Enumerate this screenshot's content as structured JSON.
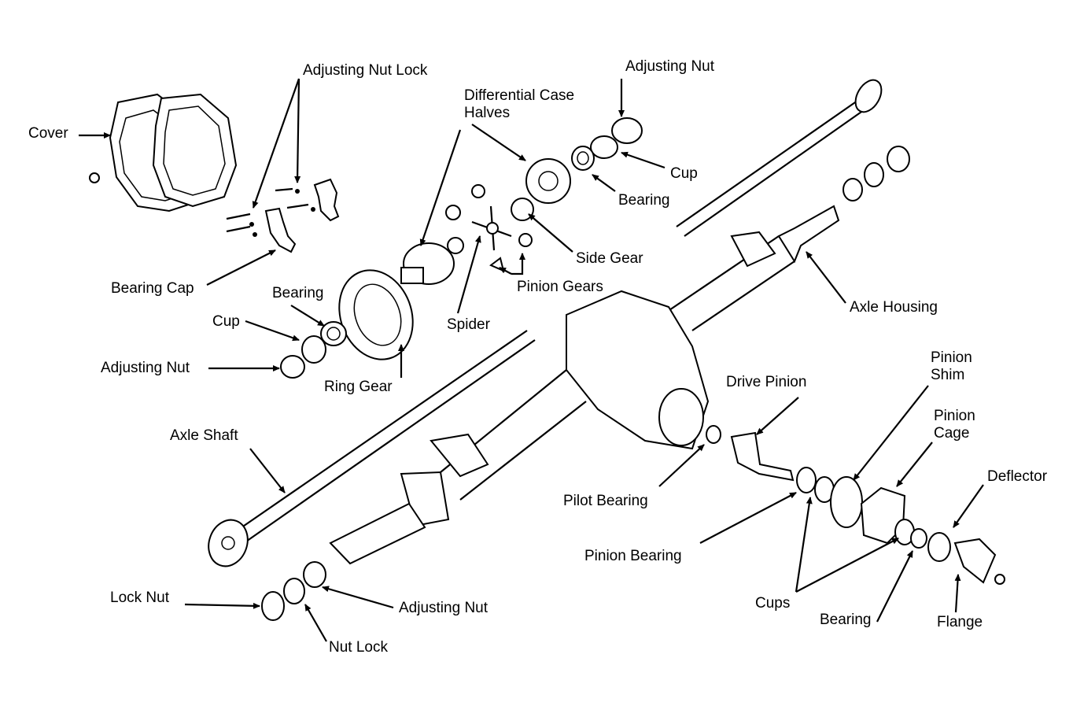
{
  "labels": {
    "adjusting_nut_lock": "Adjusting Nut Lock",
    "adjusting_nut_top": "Adjusting Nut",
    "differential_case_halves": "Differential Case\nHalves",
    "cover": "Cover",
    "cup_top": "Cup",
    "bearing_top": "Bearing",
    "side_gear": "Side Gear",
    "pinion_gears": "Pinion Gears",
    "bearing_cap": "Bearing Cap",
    "bearing_left": "Bearing",
    "cup_left": "Cup",
    "adjusting_nut_left": "Adjusting Nut",
    "ring_gear": "Ring Gear",
    "spider": "Spider",
    "axle_housing": "Axle Housing",
    "axle_shaft": "Axle Shaft",
    "drive_pinion": "Drive Pinion",
    "pinion_shim": "Pinion\nShim",
    "pinion_cage": "Pinion\nCage",
    "deflector": "Deflector",
    "pilot_bearing": "Pilot Bearing",
    "pinion_bearing": "Pinion Bearing",
    "lock_nut": "Lock Nut",
    "adjusting_nut_bottom": "Adjusting Nut",
    "nut_lock": "Nut Lock",
    "cups": "Cups",
    "bearing_bottom": "Bearing",
    "flange": "Flange"
  }
}
